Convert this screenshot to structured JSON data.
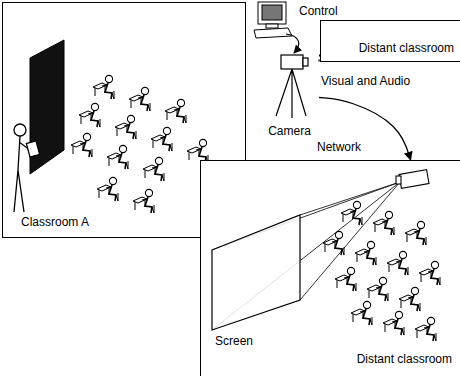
{
  "diagram": {
    "nodes": [
      {
        "text": [
          "Classroom A"
        ]
      },
      {
        "text": [
          "Camera"
        ]
      },
      {
        "text": [
          "Distant classroom"
        ]
      },
      {
        "text": [
          "Distant classroom"
        ]
      }
    ],
    "edges": [
      {
        "from": 1,
        "to": 2,
        "arrow": "none"
      },
      {
        "from": 1,
        "to": 3,
        "arrow": "to",
        "label": "Visual and Audio"
      }
    ],
    "labels": [
      "Control",
      "Network",
      "Screen"
    ]
  }
}
